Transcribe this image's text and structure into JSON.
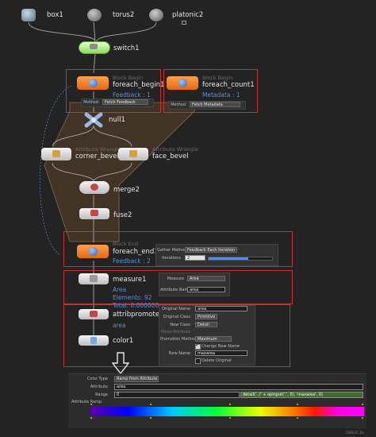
{
  "nodes": {
    "box1": "box1",
    "torus2": "torus2",
    "platonic2": "platonic2",
    "switch1": "switch1",
    "foreach_begin1": {
      "tag": "Block Begin",
      "name": "foreach_begin1",
      "info": "Feedback : 1",
      "method_label": "Method",
      "method_value": "Fetch Feedback"
    },
    "foreach_count1": {
      "tag": "Block Begin",
      "name": "foreach_count1",
      "info": "Metadata : 1",
      "method_label": "Method",
      "method_value": "Fetch Metadata"
    },
    "null1": "null1",
    "corner_bevel": {
      "tag": "Attribute Wrangle",
      "name": "corner_bevel"
    },
    "face_bevel": {
      "tag": "Attribute Wrangle",
      "name": "face_bevel"
    },
    "merge2": "merge2",
    "fuse2": "fuse2",
    "foreach_end1": {
      "tag": "Block End",
      "name": "foreach_end1",
      "info": "Feedback : 2"
    },
    "measure1": {
      "name": "measure1",
      "info1": "Area",
      "info2": "Elements: 92",
      "info3": "Total: 0.000000"
    },
    "attribpromote1": {
      "name": "attribpromote1",
      "info": "area"
    },
    "color1": "color1"
  },
  "foreach_end_parms": {
    "gather_label": "Gather Method",
    "gather_value": "Feedback Each Iteration",
    "iter_label": "Iterations",
    "iter_value": "2",
    "iter_fraction": 0.62
  },
  "measure_parms": {
    "measure_label": "Measure",
    "measure_value": "Area",
    "attr_label": "Attribute Name",
    "attr_value": "area"
  },
  "promote_parms": {
    "orig_name_label": "Original Name",
    "orig_name_value": "area",
    "orig_class_label": "Original Class",
    "orig_class_value": "Primitive",
    "new_class_label": "New Class",
    "new_class_value": "Detail",
    "piece_label": "Piece Attribute",
    "method_label": "Promotion Method",
    "method_value": "Maximum",
    "change_name_label": "Change New Name",
    "new_name_label": "New Name",
    "new_name_value": "maxarea",
    "delete_label": "Delete Original"
  },
  "color_parms": {
    "type_label": "Color Type",
    "type_value": "Ramp from Attribute",
    "attr_label": "Attribute",
    "attr_value": "area",
    "range_label": "Range",
    "range_min": "0",
    "range_expr": "detail('../' + opinput('.', 0), 'maxarea', 0)",
    "ramp_label": "Attribute Ramp"
  },
  "credit": "CSEG R. Ze",
  "colors": {
    "accent_red": "#c43434",
    "info_blue": "#5b8ed8",
    "bg": "#232323"
  }
}
